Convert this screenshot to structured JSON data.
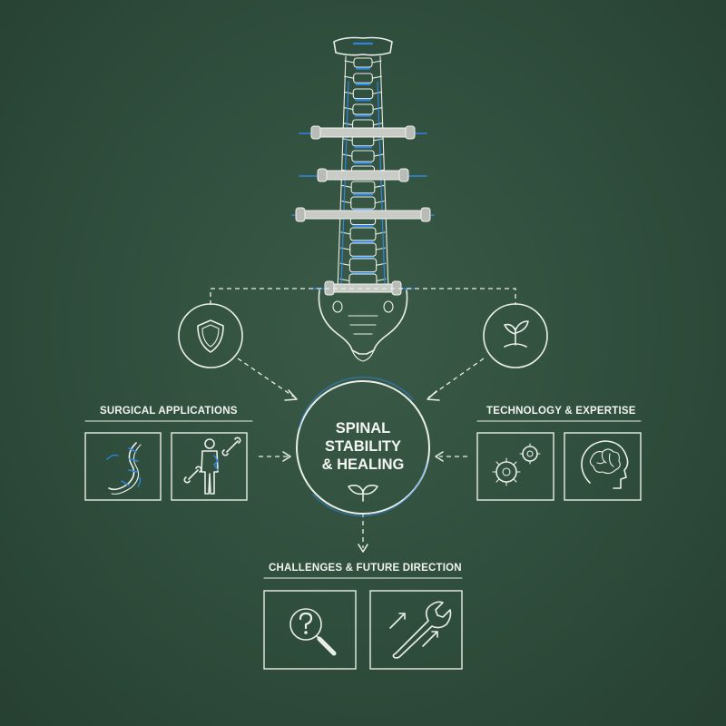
{
  "center": {
    "title_lines": [
      "SPINAL",
      "STABILITY",
      "& HEALING"
    ]
  },
  "sections": {
    "left": "SURGICAL APPLICATIONS",
    "right": "TECHNOLOGY & EXPERTISE",
    "bottom": "CHALLENGES & FUTURE DIRECTION"
  },
  "icons": {
    "top_left": "shield-icon",
    "top_right": "sprout-icon",
    "center": "leaf-icon",
    "left_1": "spine-curvature-icon",
    "left_2": "human-bone-injury-icon",
    "right_1": "gears-icon",
    "right_2": "brain-head-icon",
    "bottom_1": "question-magnifier-icon",
    "bottom_2": "wrench-arrows-icon"
  },
  "colors": {
    "background": "#2f4d3c",
    "chalk": "#e9eee9",
    "accent_blue": "#2f86e0"
  }
}
